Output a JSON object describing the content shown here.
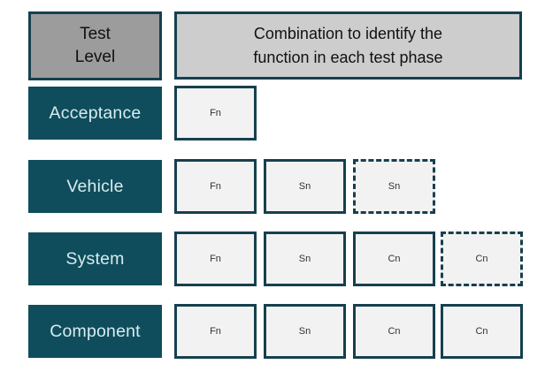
{
  "diagram": {
    "column_headers": {
      "test_level": "Test\nLevel",
      "combination": "Combination to identify the\nfunction in each test phase"
    },
    "rows": [
      {
        "label": "Acceptance",
        "boxes": [
          {
            "label": "Fn",
            "border_style": "solid"
          }
        ]
      },
      {
        "label": "Vehicle",
        "boxes": [
          {
            "label": "Fn",
            "border_style": "solid"
          },
          {
            "label": "Sn",
            "border_style": "solid"
          },
          {
            "label": "Sn",
            "border_style": "dashed"
          }
        ]
      },
      {
        "label": "System",
        "boxes": [
          {
            "label": "Fn",
            "border_style": "solid"
          },
          {
            "label": "Sn",
            "border_style": "solid"
          },
          {
            "label": "Cn",
            "border_style": "solid"
          },
          {
            "label": "Cn",
            "border_style": "dashed"
          }
        ]
      },
      {
        "label": "Component",
        "boxes": [
          {
            "label": "Fn",
            "border_style": "solid"
          },
          {
            "label": "Sn",
            "border_style": "solid"
          },
          {
            "label": "Cn",
            "border_style": "solid"
          },
          {
            "label": "Cn",
            "border_style": "solid"
          }
        ]
      }
    ],
    "colors": {
      "row_label_bg": "#0f4d5c",
      "row_label_text": "#d7ecef",
      "box_border": "#16404e",
      "box_fill": "#f2f2f2",
      "test_level_header_bg": "#9c9c9c",
      "combination_header_bg": "#cdcdcd",
      "header_text": "#111111"
    }
  }
}
